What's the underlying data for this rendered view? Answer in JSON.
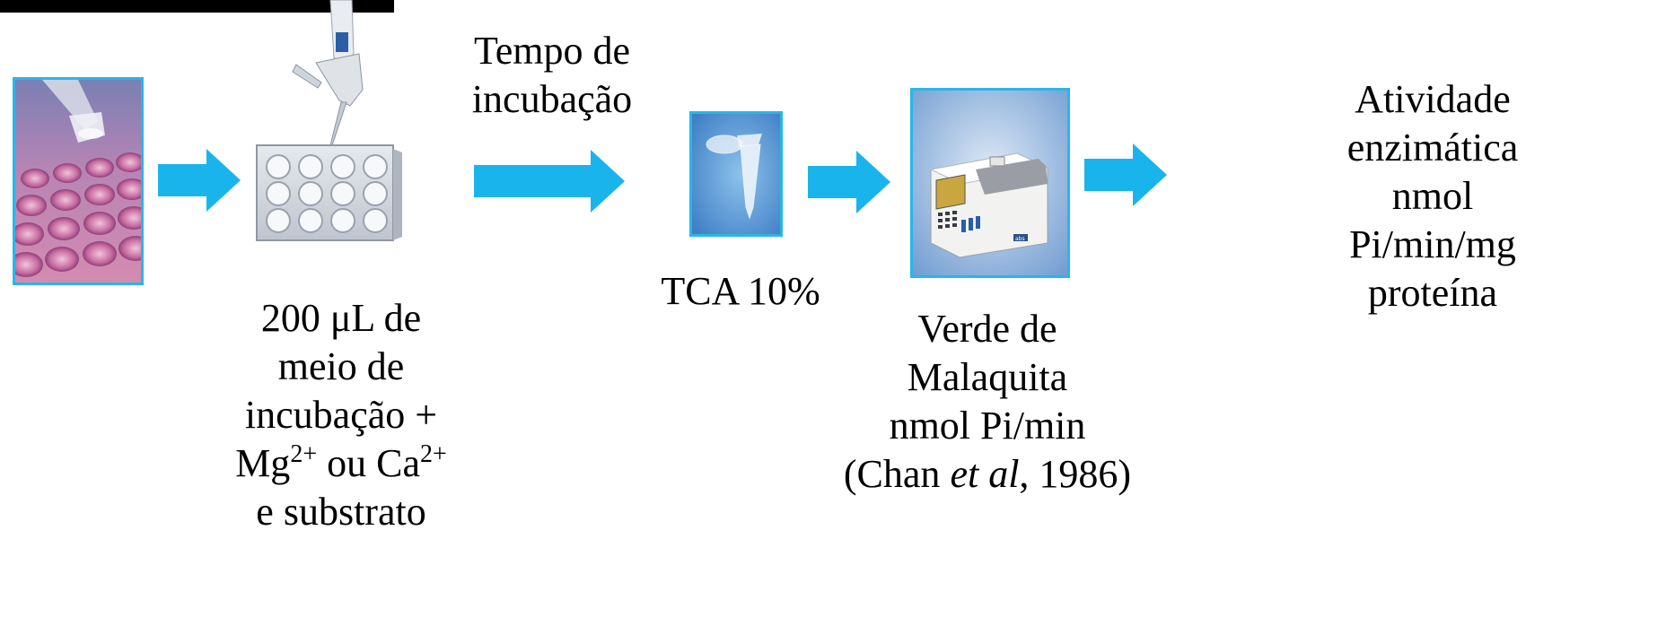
{
  "colors": {
    "arrow": "#19b4ec",
    "frame": "#29b6e8",
    "top_bar": "#000000"
  },
  "images": [
    {
      "name": "cell-culture-plate-photo"
    },
    {
      "name": "pipette-and-12-well-plate"
    },
    {
      "name": "microtube-photo"
    },
    {
      "name": "spectrophotometer-photo"
    }
  ],
  "labels": {
    "incubation_time": {
      "line1": "Tempo de",
      "line2": "incubação"
    },
    "tca": "TCA 10%",
    "medium": {
      "line1": "200 μL de",
      "line2": "meio de",
      "line3": "incubação +",
      "line4_a": "Mg",
      "line4_sup_a": "2+",
      "line4_b": " ou Ca",
      "line4_sup_b": "2+",
      "line5": "e substrato"
    },
    "malachite": {
      "line1": "Verde de",
      "line2": "Malaquita",
      "line3": "nmol Pi/min",
      "line4_a": "(Chan ",
      "line4_italic": "et al",
      "line4_b": ", 1986)"
    },
    "activity": {
      "line1": "Atividade",
      "line2": "enzimática",
      "line3": "nmol",
      "line4": "Pi/min/mg",
      "line5": "proteína"
    }
  },
  "display": {
    "spectro_screen_text": "abs"
  }
}
